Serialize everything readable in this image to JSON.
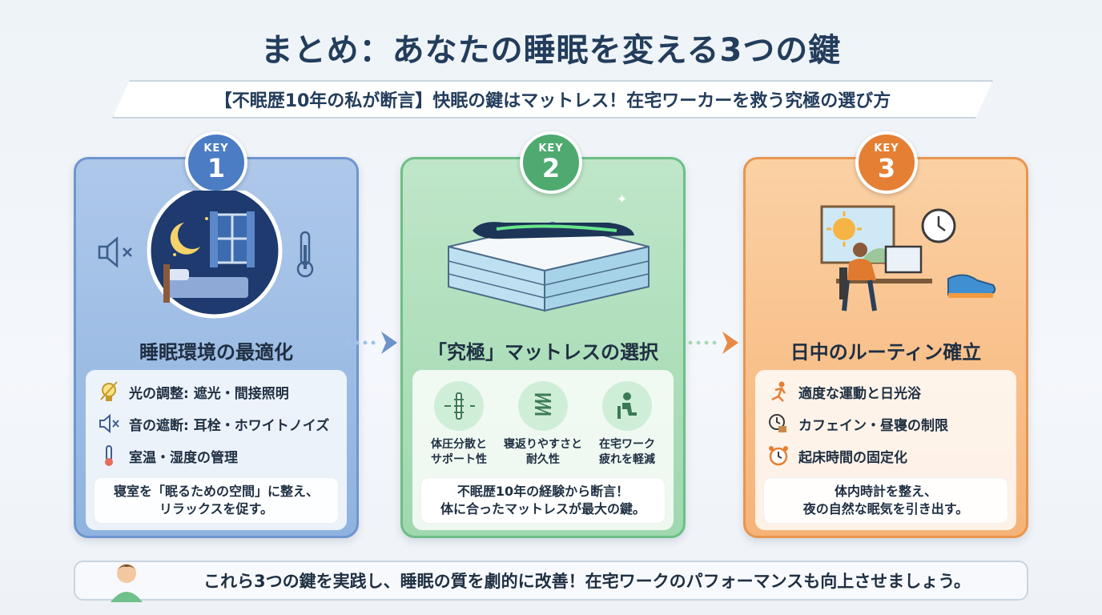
{
  "title": "まとめ：あなたの睡眠を変える3つの鍵",
  "subtitle": "【不眠歴10年の私が断言】快眠の鍵はマットレス！在宅ワーカーを救う究極の選び方",
  "keys": [
    {
      "label": "KEY",
      "number": "1",
      "title": "睡眠環境の最適化",
      "items": [
        "光の調整: 遮光・間接照明",
        "音の遮断: 耳栓・ホワイトノイズ",
        "室温・湿度の管理"
      ],
      "note_line1": "寝室を「眠るための空間」に整え、",
      "note_line2": "リラックスを促す。",
      "color": "#4b7cc4"
    },
    {
      "label": "KEY",
      "number": "2",
      "title": "「究極」マットレスの選択",
      "features": [
        {
          "line1": "体圧分散と",
          "line2": "サポート性"
        },
        {
          "line1": "寝返りやすさと",
          "line2": "耐久性"
        },
        {
          "line1": "在宅ワーク",
          "line2": "疲れを軽減"
        }
      ],
      "note_line1": "不眠歴10年の経験から断言！",
      "note_line2": "体に合ったマットレスが最大の鍵。",
      "color": "#4faa70"
    },
    {
      "label": "KEY",
      "number": "3",
      "title": "日中のルーティン確立",
      "items": [
        "適度な運動と日光浴",
        "カフェイン・昼寝の制限",
        "起床時間の固定化"
      ],
      "note_line1": "体内時計を整え、",
      "note_line2": "夜の自然な眠気を引き出す。",
      "color": "#e57f34"
    }
  ],
  "footer": "これら3つの鍵を実践し、睡眠の質を劇的に改善！在宅ワークのパフォーマンスも向上させましょう。",
  "icons": [
    "mute-speaker-icon",
    "thermometer-icon",
    "moon-icon",
    "lightbulb-icon",
    "spine-icon",
    "spring-icon",
    "person-sitting-icon",
    "running-icon",
    "coffee-clock-icon",
    "alarm-clock-icon",
    "sun-icon",
    "clock-icon",
    "shoe-icon"
  ]
}
